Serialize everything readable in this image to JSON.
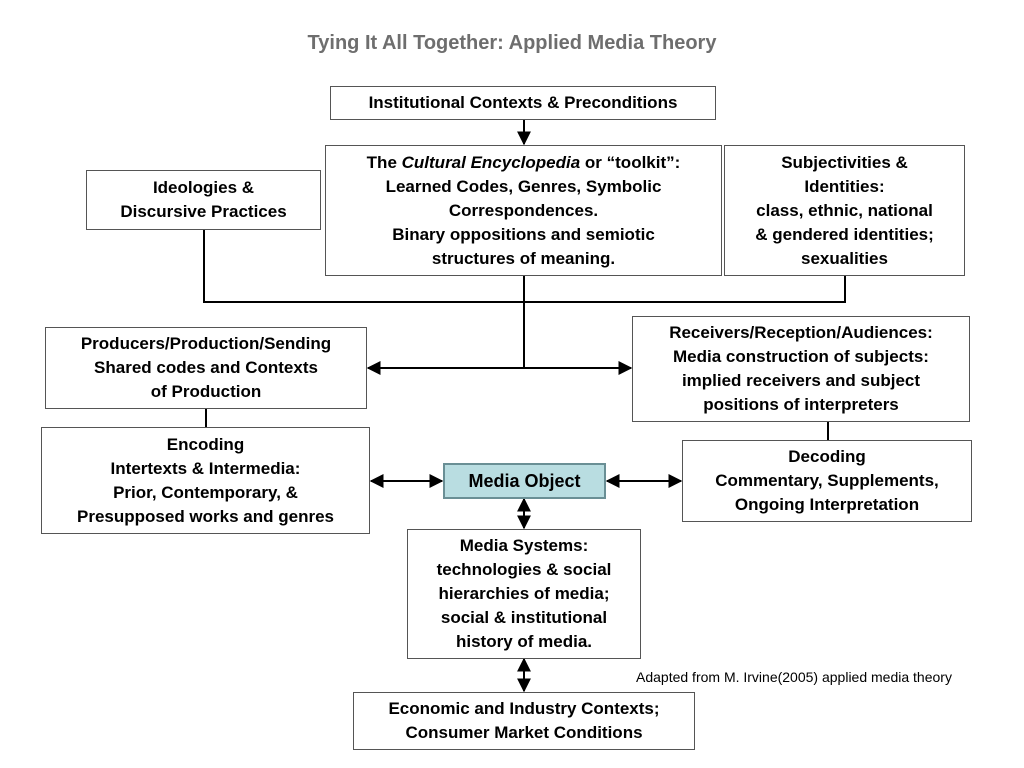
{
  "title": "Tying It All Together: Applied Media Theory",
  "boxes": {
    "institutional": [
      "Institutional Contexts & Preconditions"
    ],
    "encyclopedia": {
      "lead": "The",
      "italic": "Cultural Encyclopedia",
      "trail": "or “toolkit”:",
      "lines": [
        "Learned Codes, Genres, Symbolic",
        "Correspondences.",
        "Binary oppositions and semiotic",
        "structures of meaning."
      ]
    },
    "ideologies": [
      "Ideologies &",
      "Discursive Practices"
    ],
    "subjectivities": [
      "Subjectivities &",
      "Identities:",
      "class, ethnic, national",
      "& gendered identities;",
      "sexualities"
    ],
    "producers": [
      "Producers/Production/Sending",
      "Shared codes and Contexts",
      "of Production"
    ],
    "receivers": [
      "Receivers/Reception/Audiences:",
      "Media construction of subjects:",
      "implied receivers and subject",
      "positions of interpreters"
    ],
    "encoding": [
      "Encoding",
      "Intertexts & Intermedia:",
      "Prior, Contemporary, &",
      "Presupposed works and genres"
    ],
    "media_object": [
      "Media Object"
    ],
    "decoding": [
      "Decoding",
      "Commentary, Supplements,",
      "Ongoing Interpretation"
    ],
    "media_systems": [
      "Media Systems:",
      "technologies & social",
      "hierarchies of media;",
      "social & institutional",
      "history of media."
    ],
    "economic": [
      "Economic and Industry Contexts;",
      "Consumer Market Conditions"
    ]
  },
  "credit": "Adapted from M. Irvine(2005) applied media theory",
  "colors": {
    "title": "#6e6e6e",
    "media_object_fill": "#b9dde1",
    "media_object_border": "#6a8f95",
    "box_border": "#555555"
  }
}
